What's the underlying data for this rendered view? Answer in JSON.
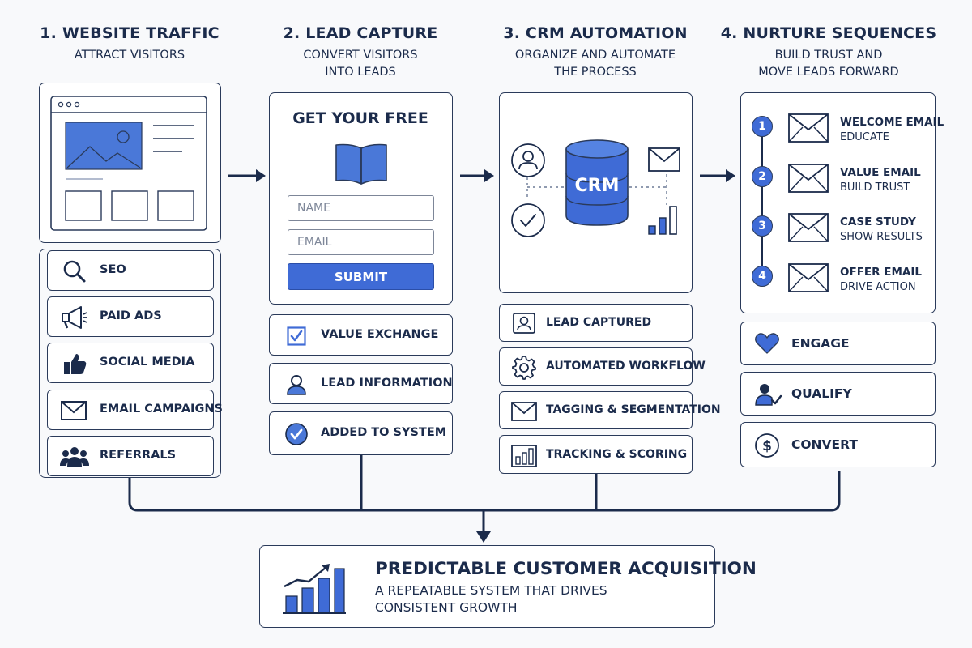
{
  "columns": [
    {
      "title": "1. WEBSITE TRAFFIC",
      "subtitle": "ATTRACT VISITORS",
      "items": [
        {
          "label": "SEO",
          "icon": "search-icon"
        },
        {
          "label": "PAID ADS",
          "icon": "megaphone-icon"
        },
        {
          "label": "SOCIAL MEDIA",
          "icon": "thumbs-up-icon"
        },
        {
          "label": "EMAIL CAMPAIGNS",
          "icon": "envelope-icon"
        },
        {
          "label": "REFERRALS",
          "icon": "people-icon"
        }
      ]
    },
    {
      "title": "2. LEAD CAPTURE",
      "subtitle_line1": "CONVERT VISITORS",
      "subtitle_line2": "INTO LEADS",
      "form": {
        "heading": "GET YOUR FREE",
        "name_placeholder": "NAME",
        "email_placeholder": "EMAIL",
        "submit_label": "SUBMIT"
      },
      "items": [
        {
          "label": "VALUE EXCHANGE",
          "icon": "checkbox-icon"
        },
        {
          "label": "LEAD INFORMATION",
          "icon": "person-icon"
        },
        {
          "label": "ADDED TO SYSTEM",
          "icon": "check-circle-icon"
        }
      ]
    },
    {
      "title": "3. CRM AUTOMATION",
      "subtitle_line1": "ORGANIZE AND AUTOMATE",
      "subtitle_line2": "THE PROCESS",
      "crm_label": "CRM",
      "items": [
        {
          "label": "LEAD CAPTURED",
          "icon": "contact-card-icon"
        },
        {
          "label": "AUTOMATED WORKFLOW",
          "icon": "gear-icon"
        },
        {
          "label": "TAGGING & SEGMENTATION",
          "icon": "envelope-icon"
        },
        {
          "label": "TRACKING & SCORING",
          "icon": "bar-chart-icon"
        }
      ]
    },
    {
      "title": "4. NURTURE SEQUENCES",
      "subtitle_line1": "BUILD TRUST AND",
      "subtitle_line2": "MOVE LEADS FORWARD",
      "emails": [
        {
          "num": "1",
          "title": "WELCOME EMAIL",
          "sub": "EDUCATE"
        },
        {
          "num": "2",
          "title": "VALUE EMAIL",
          "sub": "BUILD TRUST"
        },
        {
          "num": "3",
          "title": "CASE STUDY",
          "sub": "SHOW RESULTS"
        },
        {
          "num": "4",
          "title": "OFFER EMAIL",
          "sub": "DRIVE ACTION"
        }
      ],
      "items": [
        {
          "label": "ENGAGE",
          "icon": "heart-icon"
        },
        {
          "label": "QUALIFY",
          "icon": "person-check-icon"
        },
        {
          "label": "CONVERT",
          "icon": "dollar-icon"
        }
      ]
    }
  ],
  "result": {
    "title": "PREDICTABLE CUSTOMER ACQUISITION",
    "line1": "A REPEATABLE SYSTEM THAT DRIVES",
    "line2": "CONSISTENT GROWTH"
  },
  "colors": {
    "navy": "#1b2b4b",
    "accent_blue": "#3f6bd6",
    "background": "#f8f9fb"
  }
}
